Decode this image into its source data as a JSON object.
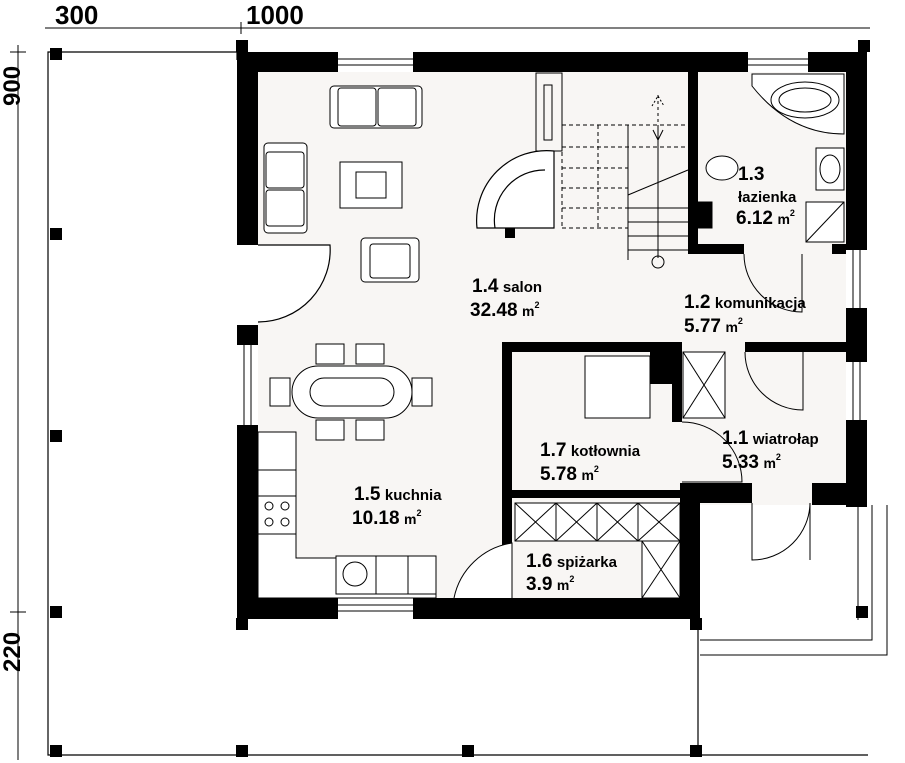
{
  "dimensions": {
    "top_left": "300",
    "top_right": "1000",
    "left_top": "900",
    "left_bottom": "220"
  },
  "unit_m": "m",
  "unit_sup": "2",
  "rooms": [
    {
      "id": "salon",
      "number": "1.4",
      "name": "salon",
      "area": "32.48"
    },
    {
      "id": "lazienka",
      "number": "1.3",
      "name": "łazienka",
      "area": "6.12"
    },
    {
      "id": "komunikacja",
      "number": "1.2",
      "name": "komunikacja",
      "area": "5.77"
    },
    {
      "id": "kotlownia",
      "number": "1.7",
      "name": "kotłownia",
      "area": "5.78"
    },
    {
      "id": "wiatrolap",
      "number": "1.1",
      "name": "wiatrołap",
      "area": "5.33"
    },
    {
      "id": "kuchnia",
      "number": "1.5",
      "name": "kuchnia",
      "area": "10.18"
    },
    {
      "id": "spizarka",
      "number": "1.6",
      "name": "spiżarka",
      "area": "3.9"
    }
  ],
  "colors": {
    "wall": "#000000",
    "floor": "#f8f6f4",
    "line": "#000000"
  }
}
